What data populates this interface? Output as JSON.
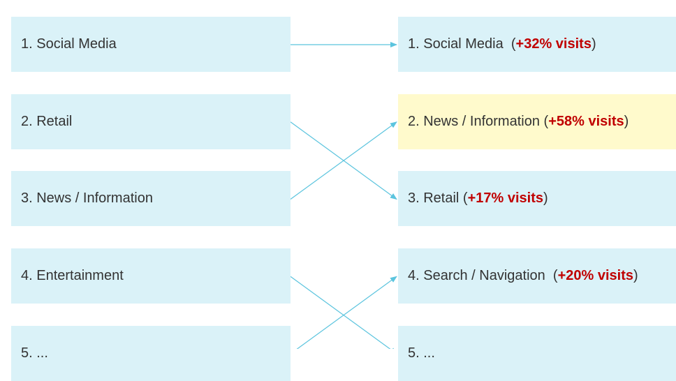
{
  "colors": {
    "box_fill": "#daf2f8",
    "highlight_fill": "#fffacc",
    "connector": "#5bc4de",
    "delta_text": "#c00000",
    "body_text": "#333333"
  },
  "left_ranking": [
    {
      "label": "1. Social Media"
    },
    {
      "label": "2. Retail"
    },
    {
      "label": "3. News / Information"
    },
    {
      "label": "4. Entertainment"
    },
    {
      "label": "5. ..."
    }
  ],
  "right_ranking": [
    {
      "label": "1. Social Media",
      "sep": "  (",
      "delta": "+32% visits",
      "close": ")",
      "highlight": false
    },
    {
      "label": "2. News / Information",
      "sep": " (",
      "delta": "+58% visits",
      "close": ")",
      "highlight": true
    },
    {
      "label": "3. Retail",
      "sep": " (",
      "delta": "+17% visits",
      "close": ")",
      "highlight": false
    },
    {
      "label": "4. Search / Navigation",
      "sep": "  (",
      "delta": "+20% visits",
      "close": ")",
      "highlight": false
    },
    {
      "label": "5. ...",
      "sep": "",
      "delta": "",
      "close": "",
      "highlight": false
    }
  ],
  "links": [
    {
      "from": 0,
      "to": 0
    },
    {
      "from": 1,
      "to": 2
    },
    {
      "from": 2,
      "to": 1
    },
    {
      "from": 3,
      "to": 4
    },
    {
      "from": 4,
      "to": 3
    }
  ]
}
